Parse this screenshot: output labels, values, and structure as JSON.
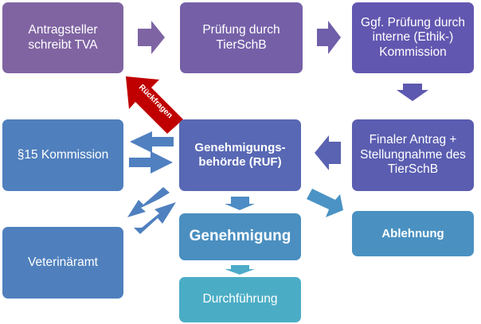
{
  "colors": {
    "purple_1": "#8064a2",
    "purple_2": "#7560a8",
    "purple_3": "#6257b0",
    "indigo_1": "#5a5db0",
    "indigo_2": "#5868b4",
    "blue_1": "#4f7fbd",
    "blue_2": "#4a8fc0",
    "teal_1": "#4badc5",
    "red_arrow": "#c00000"
  },
  "nodes": {
    "antragsteller": "Antragsteller\nschreibt TVA",
    "pruefung_tierschb": "Prüfung durch\nTierSchB",
    "ethik_kommission": "Ggf. Prüfung durch\ninterne (Ethik-)\nKommission",
    "finaler_antrag": "Finaler Antrag  +\nStellungnahme des\nTierSchB",
    "genehmigungsbehoerde": "Genehmigungs-\nbehörde (RUF)",
    "kommission_15": "§15 Kommission",
    "veterinaeramt": "Veterinäramt",
    "genehmigung": "Genehmigung",
    "durchfuehrung": "Durchführung",
    "ablehnung": "Ablehnung"
  },
  "arrows": {
    "rueckfragen_label": "Rückfragen"
  }
}
